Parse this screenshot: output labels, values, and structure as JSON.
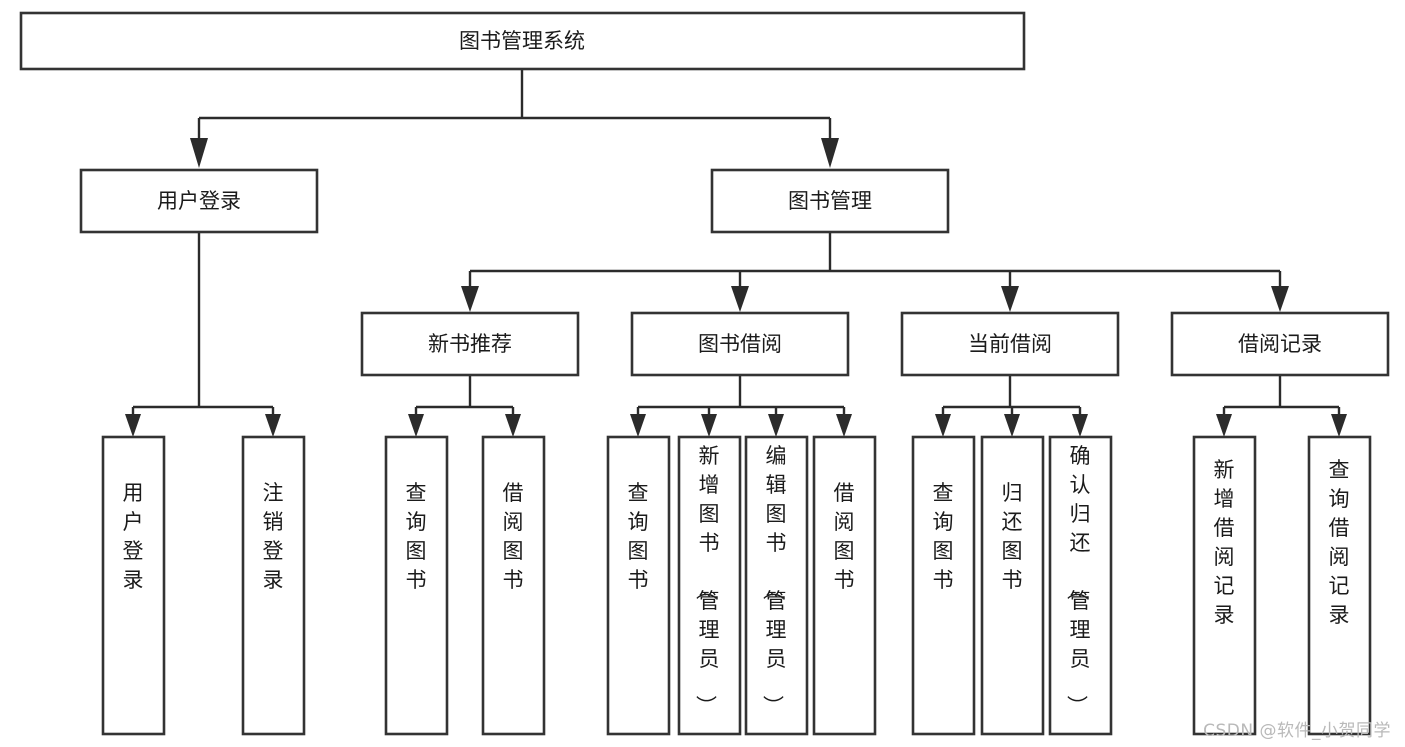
{
  "diagram": {
    "title": "图书管理系统",
    "type": "tree",
    "watermark": "CSDN @软件_小贺同学",
    "root": {
      "id": "root",
      "label": "图书管理系统",
      "orientation": "horizontal"
    },
    "level1": [
      {
        "id": "user-login",
        "label": "用户登录",
        "orientation": "horizontal"
      },
      {
        "id": "book-management",
        "label": "图书管理",
        "orientation": "horizontal"
      }
    ],
    "level2": [
      {
        "id": "new-book-recommend",
        "label": "新书推荐",
        "parent": "book-management",
        "orientation": "horizontal"
      },
      {
        "id": "book-borrow",
        "label": "图书借阅",
        "parent": "book-management",
        "orientation": "horizontal"
      },
      {
        "id": "current-borrow",
        "label": "当前借阅",
        "parent": "book-management",
        "orientation": "horizontal"
      },
      {
        "id": "borrow-record",
        "label": "借阅记录",
        "parent": "book-management",
        "orientation": "horizontal"
      }
    ],
    "leaves": [
      {
        "id": "leaf-user-login",
        "label": "用户登录",
        "parent": "user-login",
        "orientation": "vertical"
      },
      {
        "id": "leaf-user-logout",
        "label": "注销登录",
        "parent": "user-login",
        "orientation": "vertical"
      },
      {
        "id": "leaf-query-book-1",
        "label": "查询图书",
        "parent": "new-book-recommend",
        "orientation": "vertical"
      },
      {
        "id": "leaf-borrow-book-1",
        "label": "借阅图书",
        "parent": "new-book-recommend",
        "orientation": "vertical"
      },
      {
        "id": "leaf-query-book-2",
        "label": "查询图书",
        "parent": "book-borrow",
        "orientation": "vertical"
      },
      {
        "id": "leaf-add-book",
        "label": "新增图书（管理员）",
        "parent": "book-borrow",
        "orientation": "vertical"
      },
      {
        "id": "leaf-edit-book",
        "label": "编辑图书（管理员）",
        "parent": "book-borrow",
        "orientation": "vertical"
      },
      {
        "id": "leaf-borrow-book-2",
        "label": "借阅图书",
        "parent": "book-borrow",
        "orientation": "vertical"
      },
      {
        "id": "leaf-query-book-3",
        "label": "查询图书",
        "parent": "current-borrow",
        "orientation": "vertical"
      },
      {
        "id": "leaf-return-book",
        "label": "归还图书",
        "parent": "current-borrow",
        "orientation": "vertical"
      },
      {
        "id": "leaf-confirm-return",
        "label": "确认归还（管理员）",
        "parent": "current-borrow",
        "orientation": "vertical"
      },
      {
        "id": "leaf-add-record",
        "label": "新增借阅记录",
        "parent": "borrow-record",
        "orientation": "vertical"
      },
      {
        "id": "leaf-query-record",
        "label": "查询借阅记录",
        "parent": "borrow-record",
        "orientation": "vertical"
      }
    ],
    "colors": {
      "box_fill": "#ffffff",
      "box_stroke": "#333333",
      "connector": "#2b2b2b",
      "text": "#1b1b1b",
      "watermark": "#b9b9b9"
    }
  }
}
